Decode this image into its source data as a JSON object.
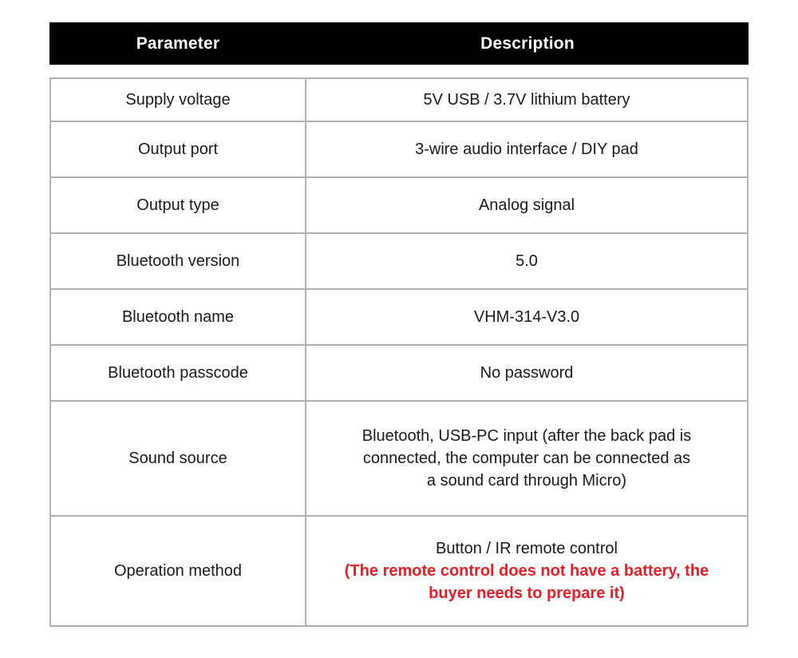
{
  "table": {
    "columns": [
      "Parameter",
      "Description"
    ],
    "accent_header_bg": "#000000",
    "accent_header_fg": "#ffffff",
    "border_color": "#b3b3b3",
    "note_color": "#ea1c24",
    "rows": [
      {
        "parameter": "Supply voltage",
        "description": "5V USB / 3.7V lithium battery"
      },
      {
        "parameter": "Output port",
        "description": "3-wire audio interface / DIY pad"
      },
      {
        "parameter": "Output type",
        "description": "Analog signal"
      },
      {
        "parameter": "Bluetooth version",
        "description": "5.0"
      },
      {
        "parameter": "Bluetooth name",
        "description": "VHM-314-V3.0"
      },
      {
        "parameter": "Bluetooth passcode",
        "description": "No password"
      },
      {
        "parameter": "Sound source",
        "description_lines": [
          "Bluetooth, USB-PC input (after the back pad is",
          "connected, the computer can be connected as",
          "a sound card through Micro)"
        ]
      },
      {
        "parameter": "Operation method",
        "description": "Button / IR remote control",
        "note_lines": [
          "(The remote control does not have a battery, the",
          "buyer needs to prepare it)"
        ]
      }
    ]
  }
}
